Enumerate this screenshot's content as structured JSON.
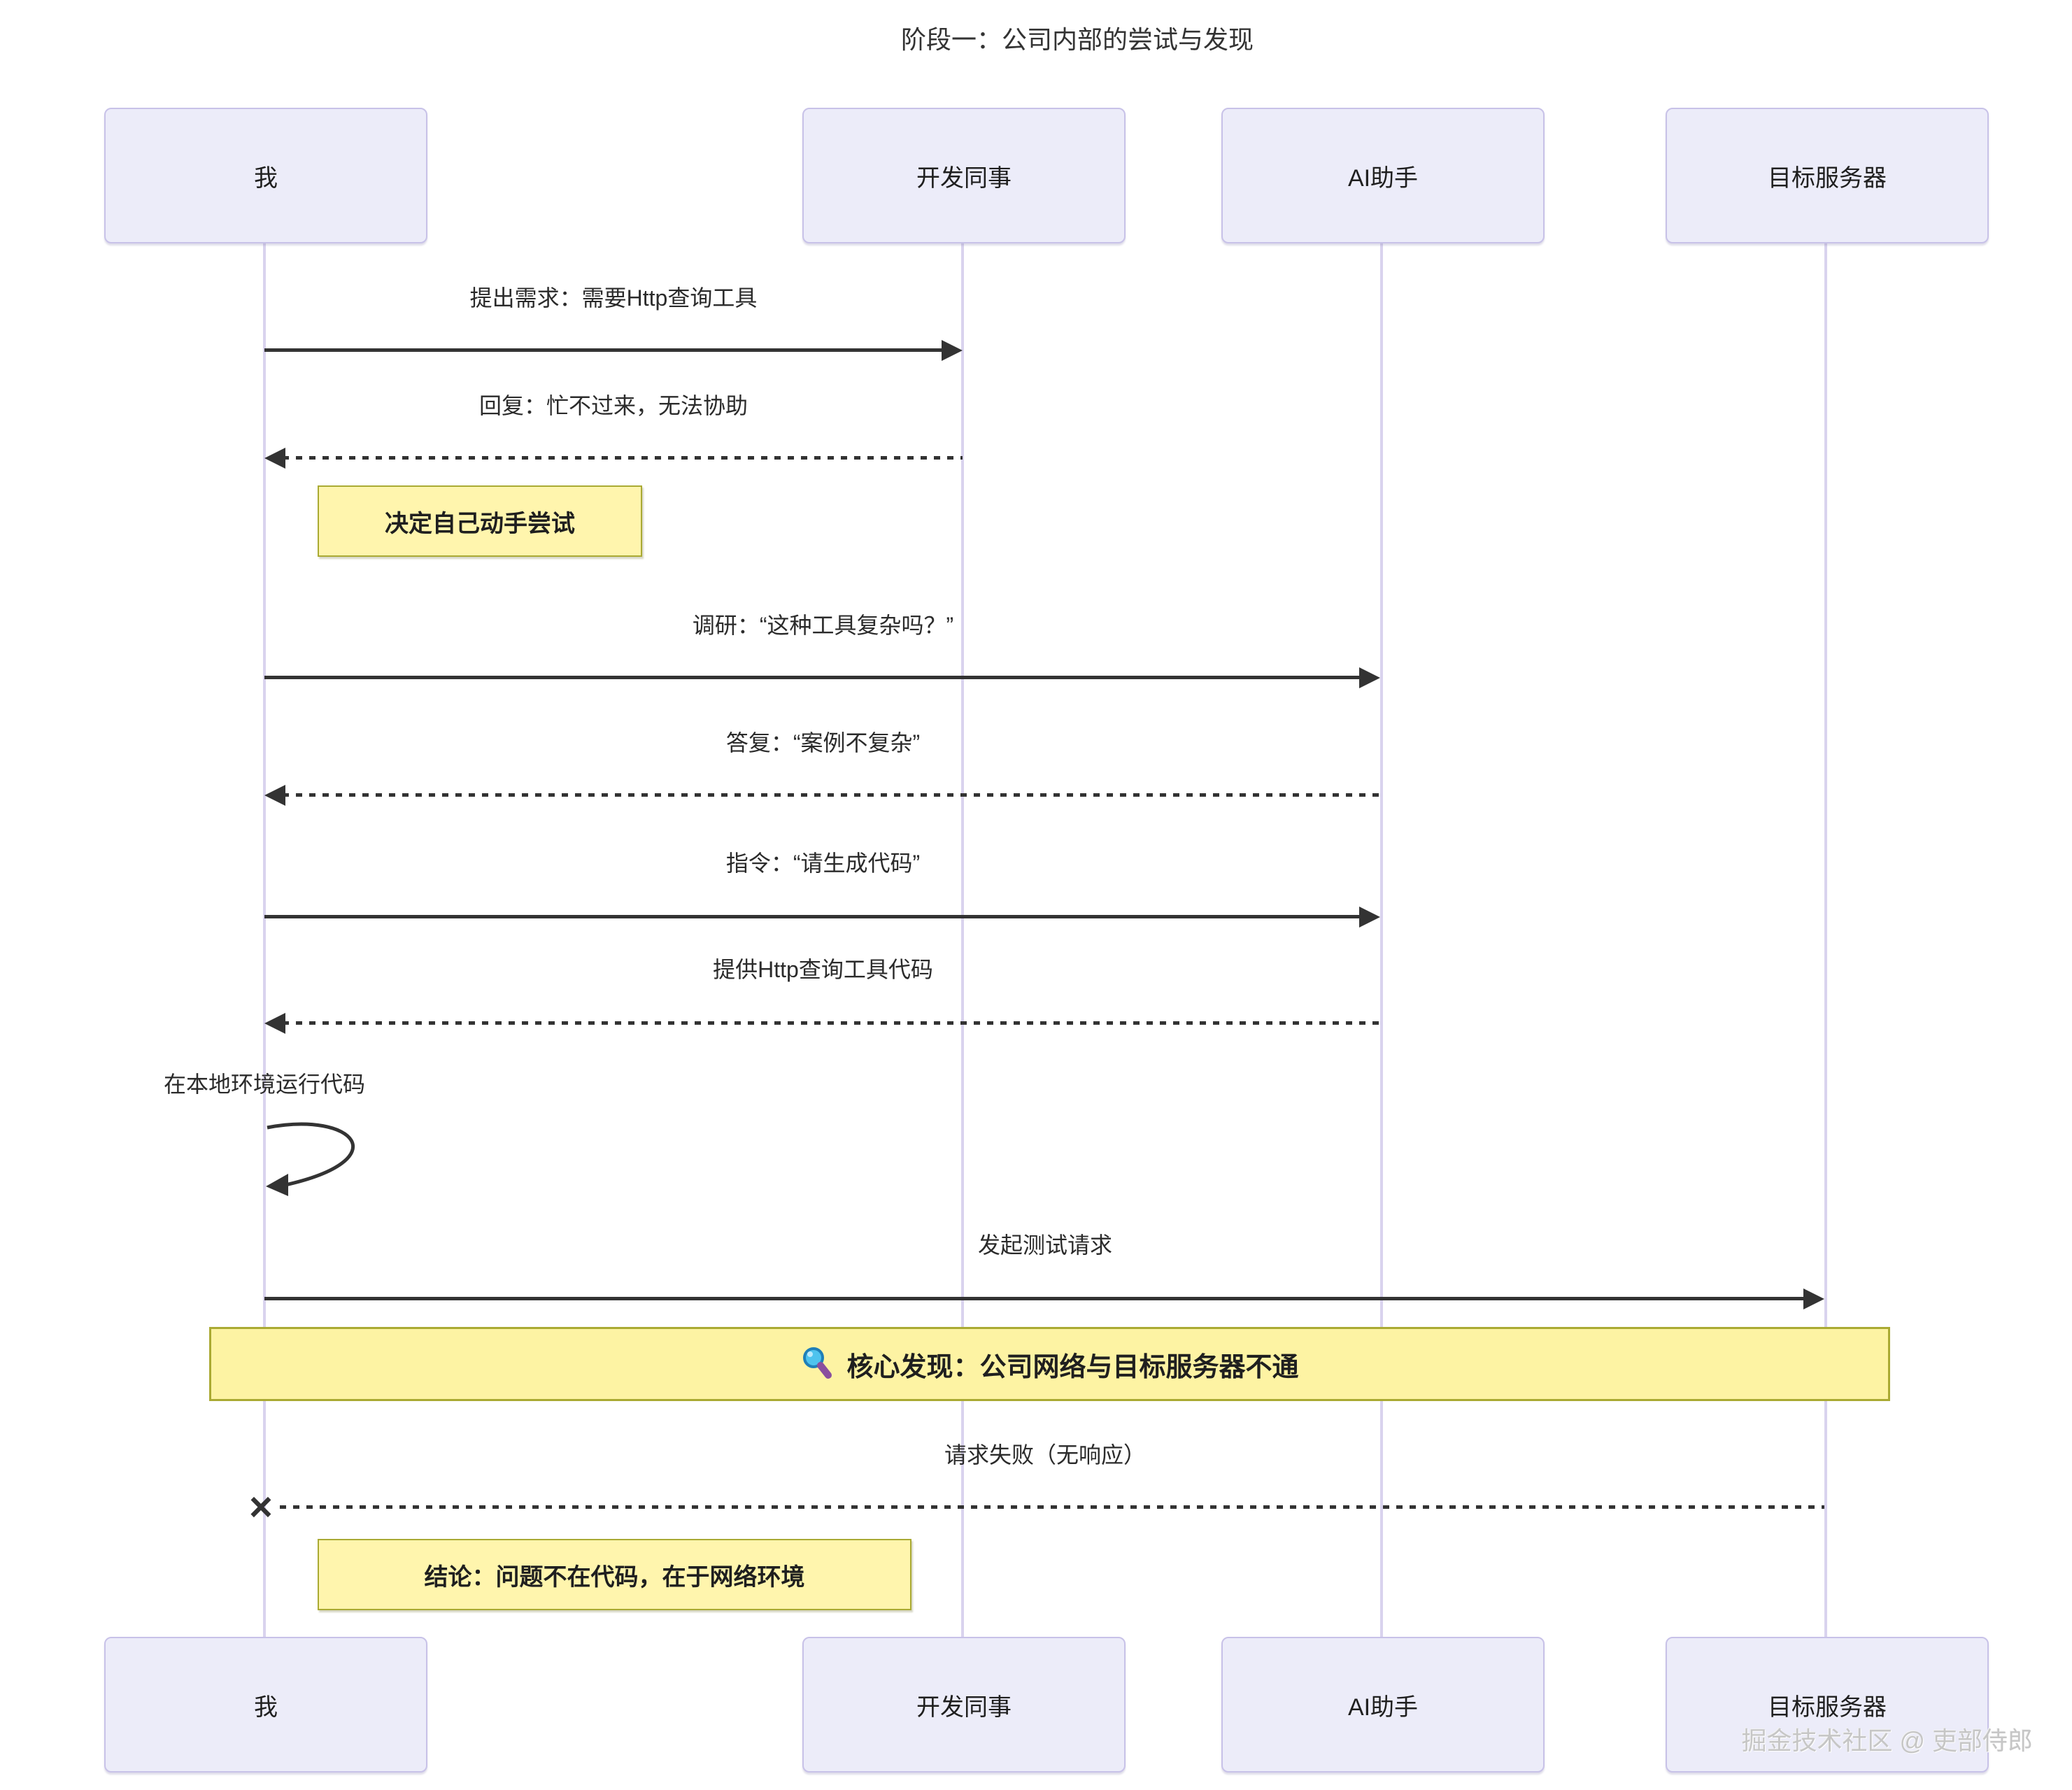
{
  "title": "阶段一：公司内部的尝试与发现",
  "actors": [
    {
      "label": "我"
    },
    {
      "label": "开发同事"
    },
    {
      "label": "AI助手"
    },
    {
      "label": "目标服务器"
    }
  ],
  "messages": [
    {
      "label": "提出需求：需要Http查询工具",
      "type": "solid",
      "from": "我",
      "to": "开发同事"
    },
    {
      "label": "回复：忙不过来，无法协助",
      "type": "dashed",
      "from": "开发同事",
      "to": "我"
    },
    {
      "label": "调研：“这种工具复杂吗？”",
      "type": "solid",
      "from": "我",
      "to": "AI助手"
    },
    {
      "label": "答复：“案例不复杂”",
      "type": "dashed",
      "from": "AI助手",
      "to": "我"
    },
    {
      "label": "指令：“请生成代码”",
      "type": "solid",
      "from": "我",
      "to": "AI助手"
    },
    {
      "label": "提供Http查询工具代码",
      "type": "dashed",
      "from": "AI助手",
      "to": "我"
    },
    {
      "label": "在本地环境运行代码",
      "type": "self",
      "from": "我",
      "to": "我"
    },
    {
      "label": "发起测试请求",
      "type": "solid",
      "from": "我",
      "to": "目标服务器"
    },
    {
      "label": "请求失败（无响应）",
      "type": "dashed-cross",
      "from": "目标服务器",
      "to": "我"
    }
  ],
  "notes": [
    {
      "label": "决定自己动手尝试"
    },
    {
      "label": "结论：问题不在代码，在于网络环境"
    }
  ],
  "banner": {
    "icon": "magnifier-icon",
    "label": "核心发现：公司网络与目标服务器不通"
  },
  "watermark": "掘金技术社区 @ 吏部侍郎",
  "colors": {
    "actor_fill": "#ECECF9",
    "actor_border": "#C8C2E8",
    "lifeline": "#D9D3EE",
    "note_fill": "#FFF5AD",
    "note_border": "#AAAA33",
    "banner_fill": "#FDF3A3",
    "arrow": "#333333",
    "text": "#2B2B2B",
    "watermark": "#C6C6C6",
    "magnifier_lens": "#4EC3EE",
    "magnifier_rim": "#1F7FB8",
    "magnifier_handle": "#8A4F9E"
  }
}
